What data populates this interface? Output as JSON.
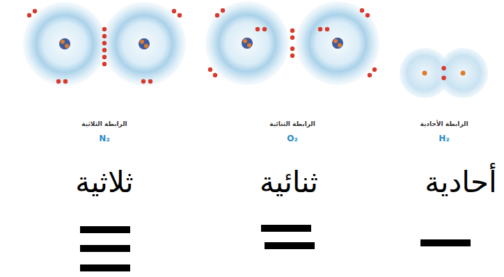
{
  "diagram": {
    "labels": [
      "الرابطة الثلاثية",
      "N₂",
      "الرابطة الثنائية",
      "O₂",
      "الرابطة الأحادية",
      "H₂",
      "ثلاثية",
      "ثنائية",
      "أحادية"
    ]
  }
}
